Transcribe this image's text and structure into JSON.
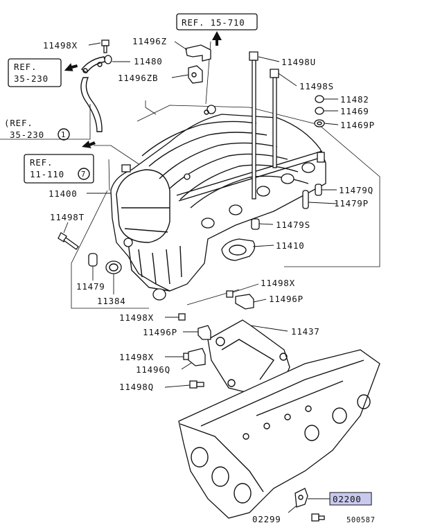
{
  "diagram": {
    "refs": {
      "r15_710": "REF. 15-710",
      "r35_230a_l1": "REF.",
      "r35_230a_l2": "35-230",
      "r35_230b_l1": "(REF.",
      "r35_230b_l2": "35-230",
      "r35_230b_circ": "1",
      "r11_110_l1": "REF.",
      "r11_110_l2": "11-110",
      "r11_110_circ": "7"
    },
    "labels": {
      "p11498X_a": "11498X",
      "p11496Z": "11496Z",
      "p11480": "11480",
      "p11496ZB": "11496ZB",
      "p11498U": "11498U",
      "p11498S": "11498S",
      "p11482": "11482",
      "p11469": "11469",
      "p11469P": "11469P",
      "p11479Q": "11479Q",
      "p11479P": "11479P",
      "p11400": "11400",
      "p11498T": "11498T",
      "p11479S": "11479S",
      "p11410": "11410",
      "p11479": "11479",
      "p11384": "11384",
      "p11498X_b": "11498X",
      "p11496P_a": "11496P",
      "p11498X_c": "11498X",
      "p11437": "11437",
      "p11496P_b": "11496P",
      "p11498X_d": "11498X",
      "p11496Q": "11496Q",
      "p11498Q": "11498Q",
      "p02200": "02200",
      "p02299": "02299",
      "figure_no": "500587"
    }
  }
}
